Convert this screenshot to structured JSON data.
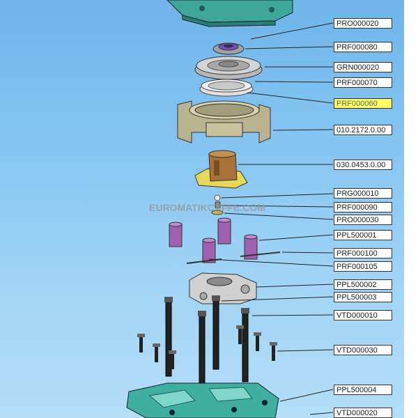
{
  "watermark": "EUROMATIKCAFFE.COM",
  "highlight_color": "#ffff66",
  "parts": [
    {
      "code": "PRO000020",
      "highlight": false
    },
    {
      "code": "PRF000080",
      "highlight": false
    },
    {
      "code": "GRN000020",
      "highlight": false
    },
    {
      "code": "PRF000070",
      "highlight": false
    },
    {
      "code": "PRF000060",
      "highlight": true
    },
    {
      "code": "010.2172.0.00",
      "highlight": false
    },
    {
      "code": "030.0453.0.00",
      "highlight": false
    },
    {
      "code": "PRG000010",
      "highlight": false
    },
    {
      "code": "PRF000090",
      "highlight": false
    },
    {
      "code": "PRO000030",
      "highlight": false
    },
    {
      "code": "PPL500001",
      "highlight": false
    },
    {
      "code": "PRF000100",
      "highlight": false
    },
    {
      "code": "PRF000105",
      "highlight": false
    },
    {
      "code": "PPL500002",
      "highlight": false
    },
    {
      "code": "PPL500003",
      "highlight": false
    },
    {
      "code": "VTD000010",
      "highlight": false
    },
    {
      "code": "VTD000030",
      "highlight": false
    },
    {
      "code": "PPL500004",
      "highlight": false
    },
    {
      "code": "VTD000020",
      "highlight": false
    }
  ]
}
